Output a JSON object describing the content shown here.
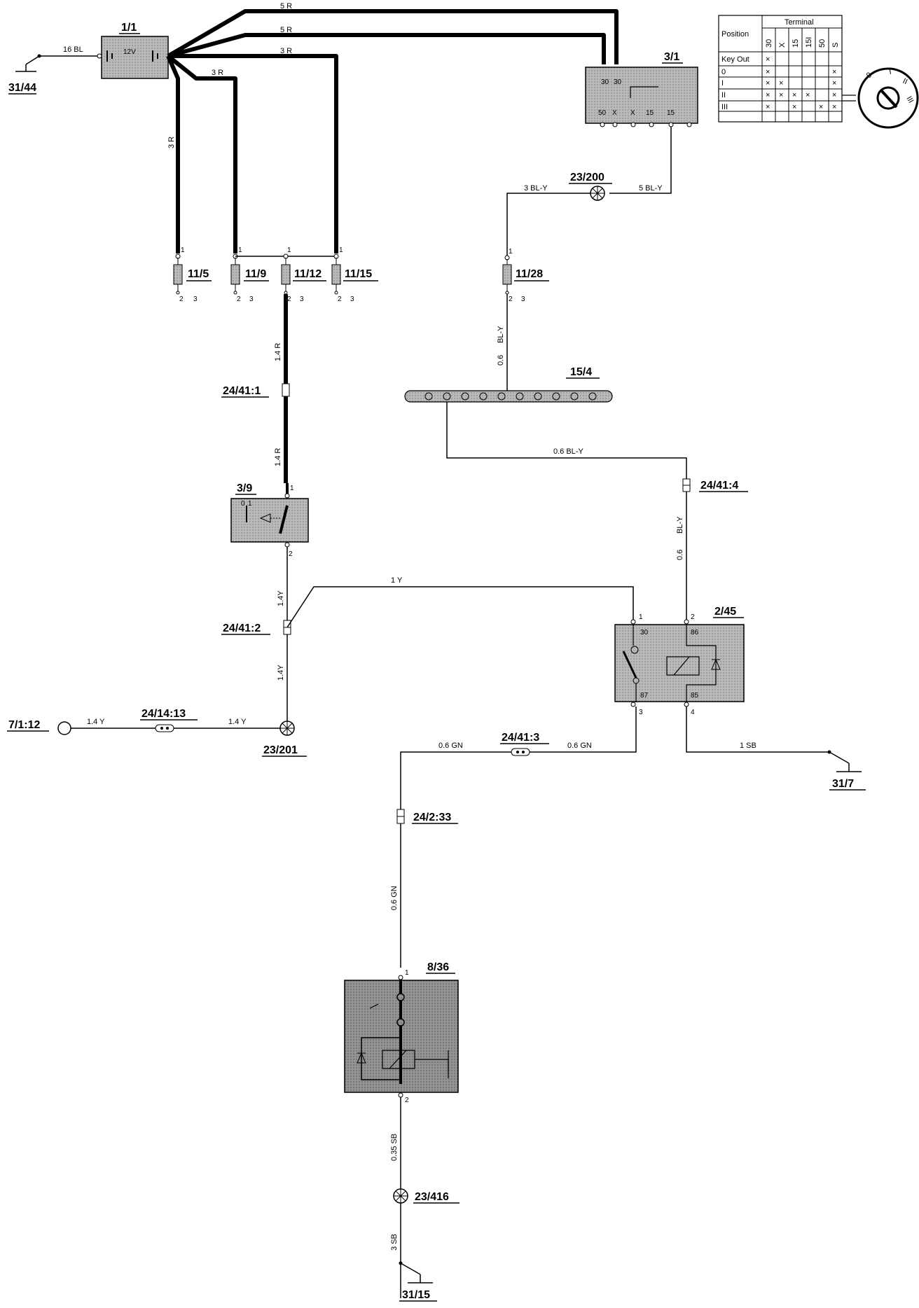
{
  "components": {
    "c1_1": "1/1",
    "c3_1": "3/1",
    "c3_9": "3/9",
    "c2_45": "2/45",
    "c8_36": "8/36",
    "c15_4": "15/4",
    "battery_voltage": "12V"
  },
  "fuses": {
    "f11_5": "11/5",
    "f11_9": "11/9",
    "f11_12": "11/12",
    "f11_15": "11/15",
    "f11_28": "11/28"
  },
  "connectors": {
    "c24_41_1": "24/41:1",
    "c24_41_2": "24/41:2",
    "c24_41_3": "24/41:3",
    "c24_41_4": "24/41:4",
    "c24_14_13": "24/14:13",
    "c24_2_33": "24/2:33",
    "c7_1_12": "7/1:12"
  },
  "splices": {
    "s23_200": "23/200",
    "s23_201": "23/201",
    "s23_416": "23/416"
  },
  "grounds": {
    "g31_44": "31/44",
    "g31_7": "31/7",
    "g31_15": "31/15"
  },
  "wires": {
    "w16bl": "16 BL",
    "w5r": "5 R",
    "w3r": "3 R",
    "w14r": "1.4 R",
    "w3bly": "3 BL-Y",
    "w5bly": "5 BL-Y",
    "w06": "0.6",
    "wbly": "BL-Y",
    "w06bly": "0.6 BL-Y",
    "w14y": "1.4 Y",
    "w14y_v": "1.4Y",
    "w1y": "1 Y",
    "w06gn": "0.6 GN",
    "w1sb": "1 SB",
    "w035sb": "0.35 SB",
    "w3sb": "3 SB"
  },
  "pins": {
    "p1": "1",
    "p2": "2",
    "p3": "3",
    "p4": "4",
    "t30": "30",
    "t86": "86",
    "t87": "87",
    "t85": "85",
    "t15": "15",
    "t50": "50",
    "tX": "X",
    "t0": "0"
  },
  "ignition_table": {
    "position_header": "Position",
    "terminal_header": "Terminal",
    "columns": [
      "30",
      "X",
      "15",
      "15I",
      "50",
      "S"
    ],
    "rows": [
      {
        "label": "Key Out",
        "marks": [
          true,
          false,
          false,
          false,
          false,
          false
        ]
      },
      {
        "label": "0",
        "marks": [
          true,
          false,
          false,
          false,
          false,
          true
        ]
      },
      {
        "label": "I",
        "marks": [
          true,
          true,
          false,
          false,
          false,
          true
        ]
      },
      {
        "label": "II",
        "marks": [
          true,
          true,
          true,
          true,
          false,
          true
        ]
      },
      {
        "label": "III",
        "marks": [
          true,
          false,
          true,
          false,
          true,
          true
        ]
      }
    ]
  },
  "switch_positions": [
    "0",
    "I",
    "II",
    "III"
  ],
  "colors": {
    "module_fill": "#b5b5b5",
    "module_dark_fill": "#8f8f8f",
    "wire": "#000000"
  }
}
